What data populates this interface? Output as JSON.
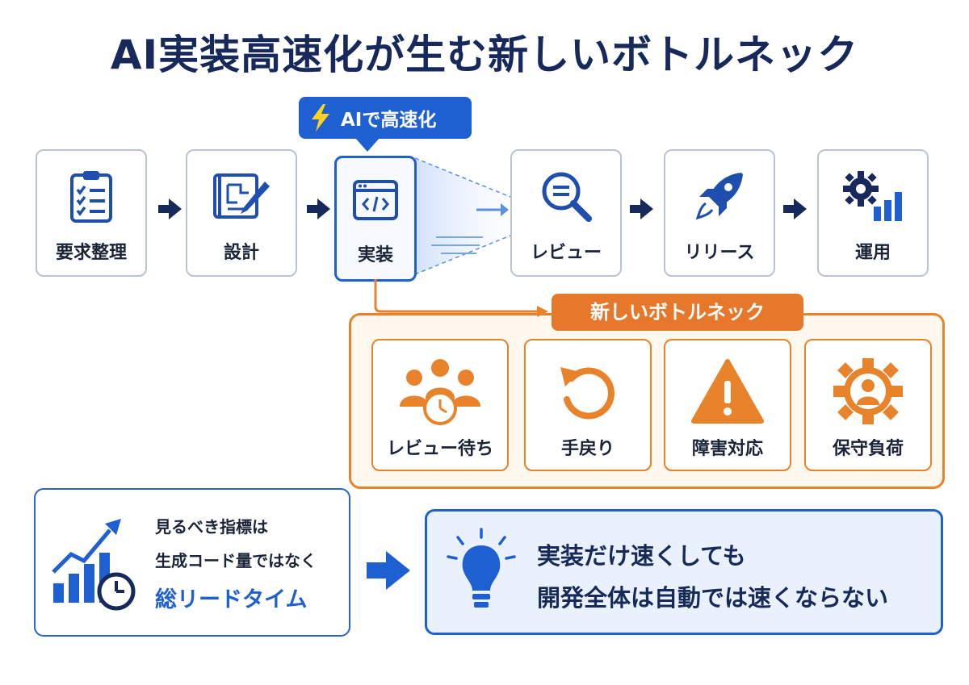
{
  "title": "AI実装高速化が生む新しいボトルネック",
  "ai_badge": {
    "label": "AIで高速化",
    "icon": "lightning-icon"
  },
  "steps": [
    {
      "label": "要求整理",
      "icon": "clipboard-checklist-icon"
    },
    {
      "label": "設計",
      "icon": "blueprint-pencil-icon"
    },
    {
      "label": "実装",
      "icon": "code-window-icon"
    },
    {
      "label": "レビュー",
      "icon": "magnifier-icon"
    },
    {
      "label": "リリース",
      "icon": "rocket-icon"
    },
    {
      "label": "運用",
      "icon": "gear-chart-icon"
    }
  ],
  "bottleneck": {
    "label": "新しいボトルネック",
    "items": [
      {
        "label": "レビュー待ち",
        "icon": "people-clock-icon"
      },
      {
        "label": "手戻り",
        "icon": "rework-arrow-icon"
      },
      {
        "label": "障害対応",
        "icon": "warning-icon"
      },
      {
        "label": "保守負荷",
        "icon": "gear-person-icon"
      }
    ]
  },
  "metric": {
    "line1": "見るべき指標は",
    "line2": "生成コード量ではなく",
    "key": "総リードタイム",
    "icon": "chart-clock-icon"
  },
  "conclusion": {
    "line1": "実装だけ速くしても",
    "line2": "開発全体は自動では速くならない",
    "icon": "lightbulb-icon"
  },
  "colors": {
    "primary_blue": "#1e5fd1",
    "navy": "#16295a",
    "orange": "#e8822b",
    "bolt_yellow": "#ffd21f"
  }
}
